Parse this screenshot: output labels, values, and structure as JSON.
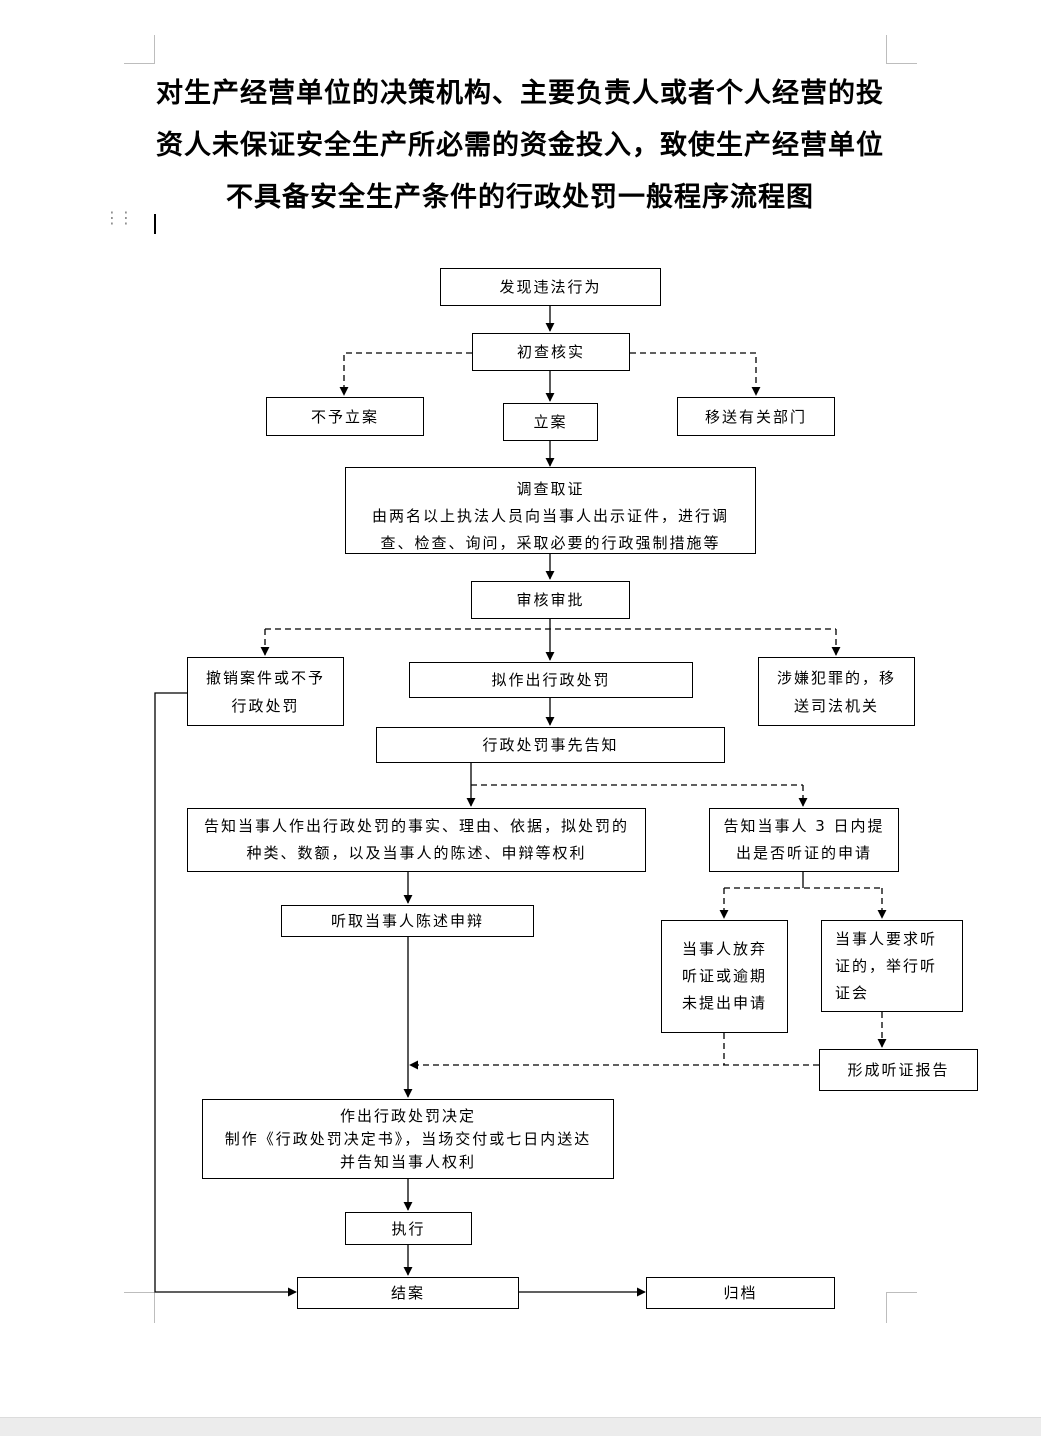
{
  "title": {
    "line1": "对生产经营单位的决策机构、主要负责人或者个人经营的投",
    "line2": "资人未保证安全生产所必需的资金投入，致使生产经营单位",
    "line3": "不具备安全生产条件的行政处罚一般程序流程图"
  },
  "flow": {
    "discover": "发现违法行为",
    "initial_check": "初查核实",
    "no_case": "不予立案",
    "file_case": "立案",
    "transfer_dept": "移送有关部门",
    "investigate_title": "调查取证",
    "investigate_line1": "由两名以上执法人员向当事人出示证件，进行调",
    "investigate_line2": "查、检查、询问，采取必要的行政强制措施等",
    "review": "审核审批",
    "cancel_line1": "撤销案件或不予",
    "cancel_line2": "行政处罚",
    "propose_penalty": "拟作出行政处罚",
    "crime_line1": "涉嫌犯罪的，移",
    "crime_line2": "送司法机关",
    "pre_notice": "行政处罚事先告知",
    "notify_line1": "告知当事人作出行政处罚的事实、理由、依据，拟处罚的",
    "notify_line2": "种类、数额，以及当事人的陈述、申辩等权利",
    "hearing_notice_line1": "告知当事人 3 日内提",
    "hearing_notice_line2": "出是否听证的申请",
    "listen_defense": "听取当事人陈述申辩",
    "waive_line1": "当事人放弃",
    "waive_line2": "听证或逾期",
    "waive_line3": "未提出申请",
    "request_line1": "当事人要求听",
    "request_line2": "证的，举行听",
    "request_line3": "证会",
    "hearing_report": "形成听证报告",
    "decision_line1": "作出行政处罚决定",
    "decision_line2": "制作《行政处罚决定书》，当场交付或七日内送达",
    "decision_line3": "并告知当事人权利",
    "execute": "执行",
    "close_case": "结案",
    "archive": "归档"
  }
}
